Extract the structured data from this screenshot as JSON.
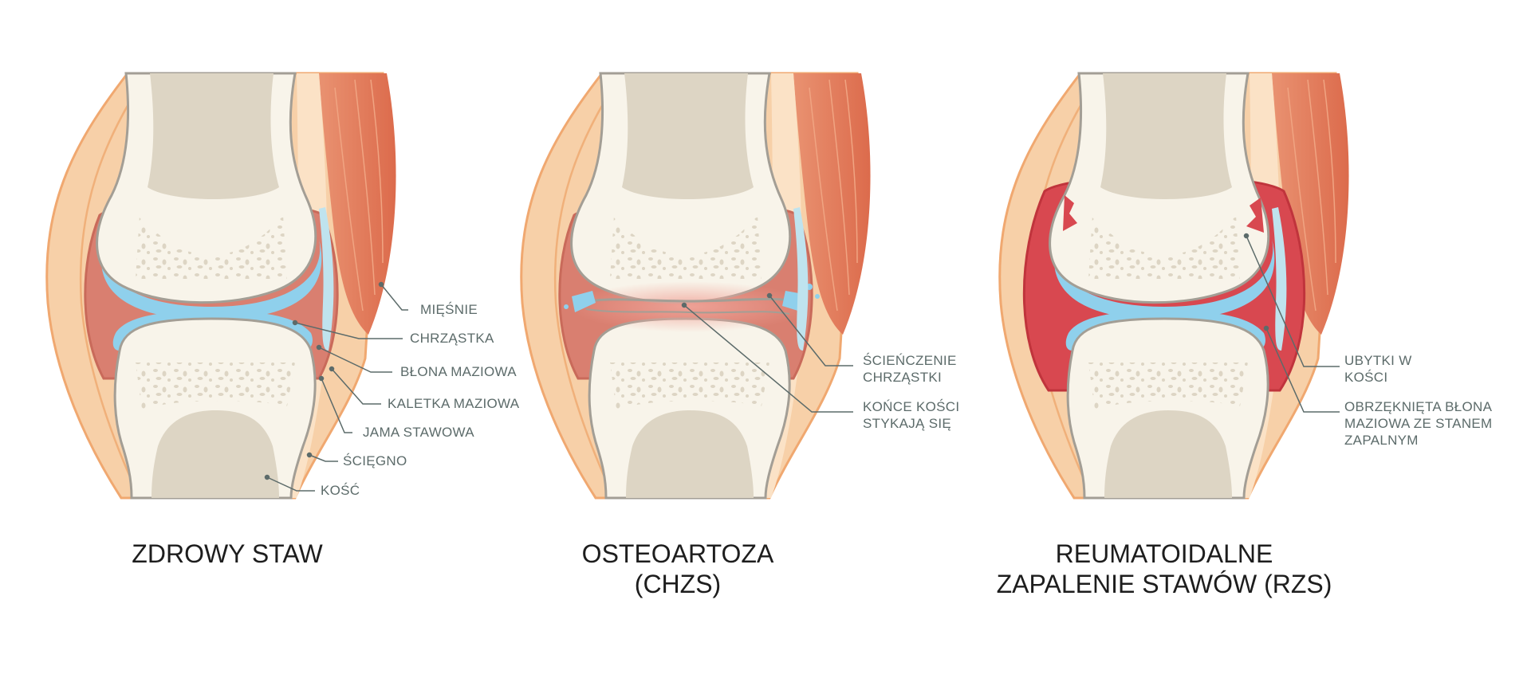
{
  "panels": [
    {
      "title": "ZDROWY STAW",
      "labels": [
        "MIĘŚNIE",
        "CHRZĄSTKA",
        "BŁONA MAZIOWA",
        "KALETKA MAZIOWA",
        "JAMA STAWOWA",
        "ŚCIĘGNO",
        "KOŚĆ"
      ]
    },
    {
      "title": "OSTEOARTOZA\n(CHZS)",
      "labels": [
        "ŚCIEŃCZENIE\nCHRZĄSTKI",
        "KOŃCE KOŚCI\nSTYKAJĄ SIĘ"
      ]
    },
    {
      "title": "REUMATOIDALNE\nZAPALENIE STAWÓW (RZS)",
      "labels": [
        "UBYTKI W\nKOŚCI",
        "OBRZĘKNIĘTA BŁONA\nMAZIOWA ZE STANEM\nZAPALNYM"
      ]
    }
  ],
  "colors": {
    "skin": "#f7d0a8",
    "skin_outline": "#f0a870",
    "muscle": "#e37d5c",
    "bone": "#f8f4ea",
    "marrow": "#ddd5c4",
    "cartilage": "#8fd0ec",
    "synovium": "#d97f70",
    "synovium_inflamed": "#d84850",
    "leader_line": "#5c6b6a"
  }
}
